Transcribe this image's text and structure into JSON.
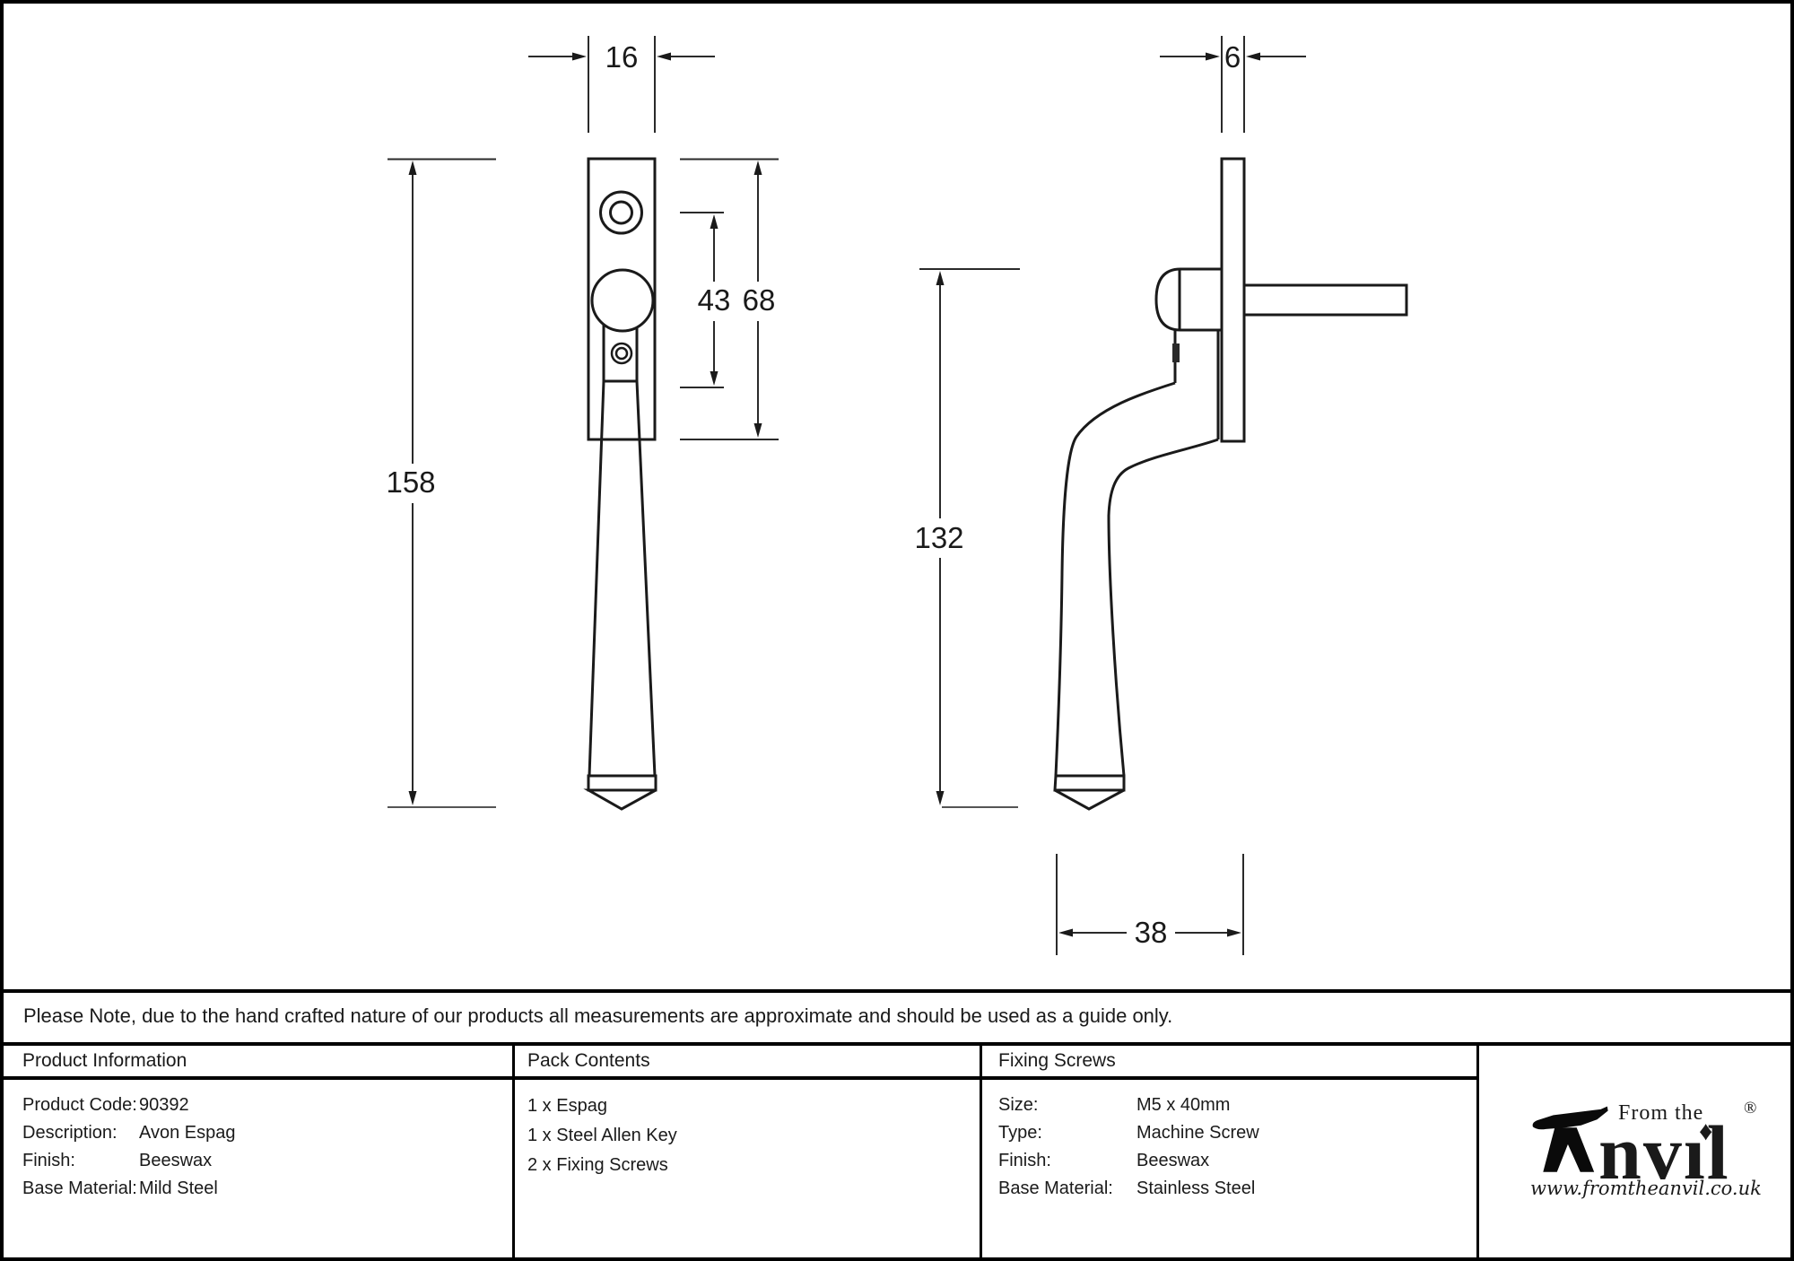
{
  "drawing": {
    "front_view_dims": {
      "plate_width": "16",
      "overall_height": "158",
      "hole_spacing": "43",
      "plate_height": "68"
    },
    "side_view_dims": {
      "plate_thickness": "6",
      "handle_height": "132",
      "handle_depth": "38"
    }
  },
  "note": "Please Note, due to the hand crafted nature of our products all measurements are approximate and should be used as a guide only.",
  "table": {
    "product_information": {
      "header": "Product Information",
      "rows": [
        {
          "label": "Product Code:",
          "value": "90392"
        },
        {
          "label": "Description:",
          "value": "Avon Espag"
        },
        {
          "label": "Finish:",
          "value": "Beeswax"
        },
        {
          "label": "Base Material:",
          "value": "Mild Steel"
        }
      ]
    },
    "pack_contents": {
      "header": "Pack Contents",
      "items": [
        "1 x Espag",
        "1 x Steel Allen Key",
        "2 x Fixing Screws"
      ]
    },
    "fixing_screws": {
      "header": "Fixing Screws",
      "rows": [
        {
          "label": "Size:",
          "value": "M5 x 40mm"
        },
        {
          "label": "Type:",
          "value": "Machine Screw"
        },
        {
          "label": "Finish:",
          "value": "Beeswax"
        },
        {
          "label": "Base Material:",
          "value": "Stainless Steel"
        }
      ]
    }
  },
  "logo": {
    "tagline": "From the",
    "brand_prefix": "nv",
    "brand_i_body": "ı",
    "brand_i_dot": "♦",
    "brand_suffix": "l",
    "registered_mark": "®",
    "website": "www.fromtheanvil.co.uk"
  },
  "colors": {
    "ink": "#1a1a1a",
    "background": "#ffffff"
  }
}
